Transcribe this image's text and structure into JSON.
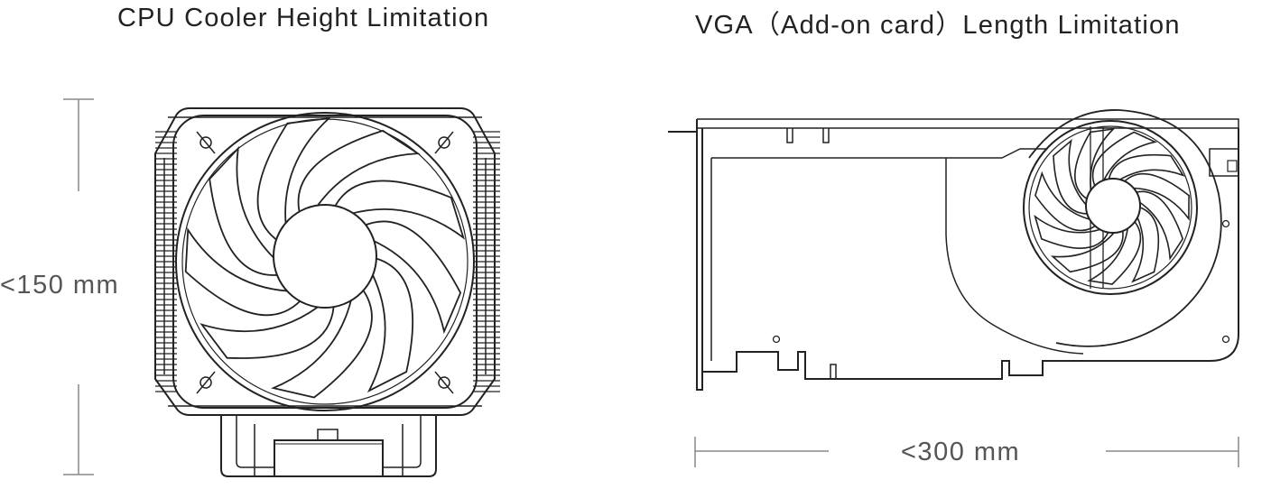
{
  "cpu_section": {
    "title": "CPU Cooler Height Limitation",
    "height_limit": "<150 mm"
  },
  "vga_section": {
    "title": "VGA（Add-on card）Length Limitation",
    "length_limit": "<300 mm"
  },
  "colors": {
    "line": "#222222",
    "dimension": "#888888"
  }
}
